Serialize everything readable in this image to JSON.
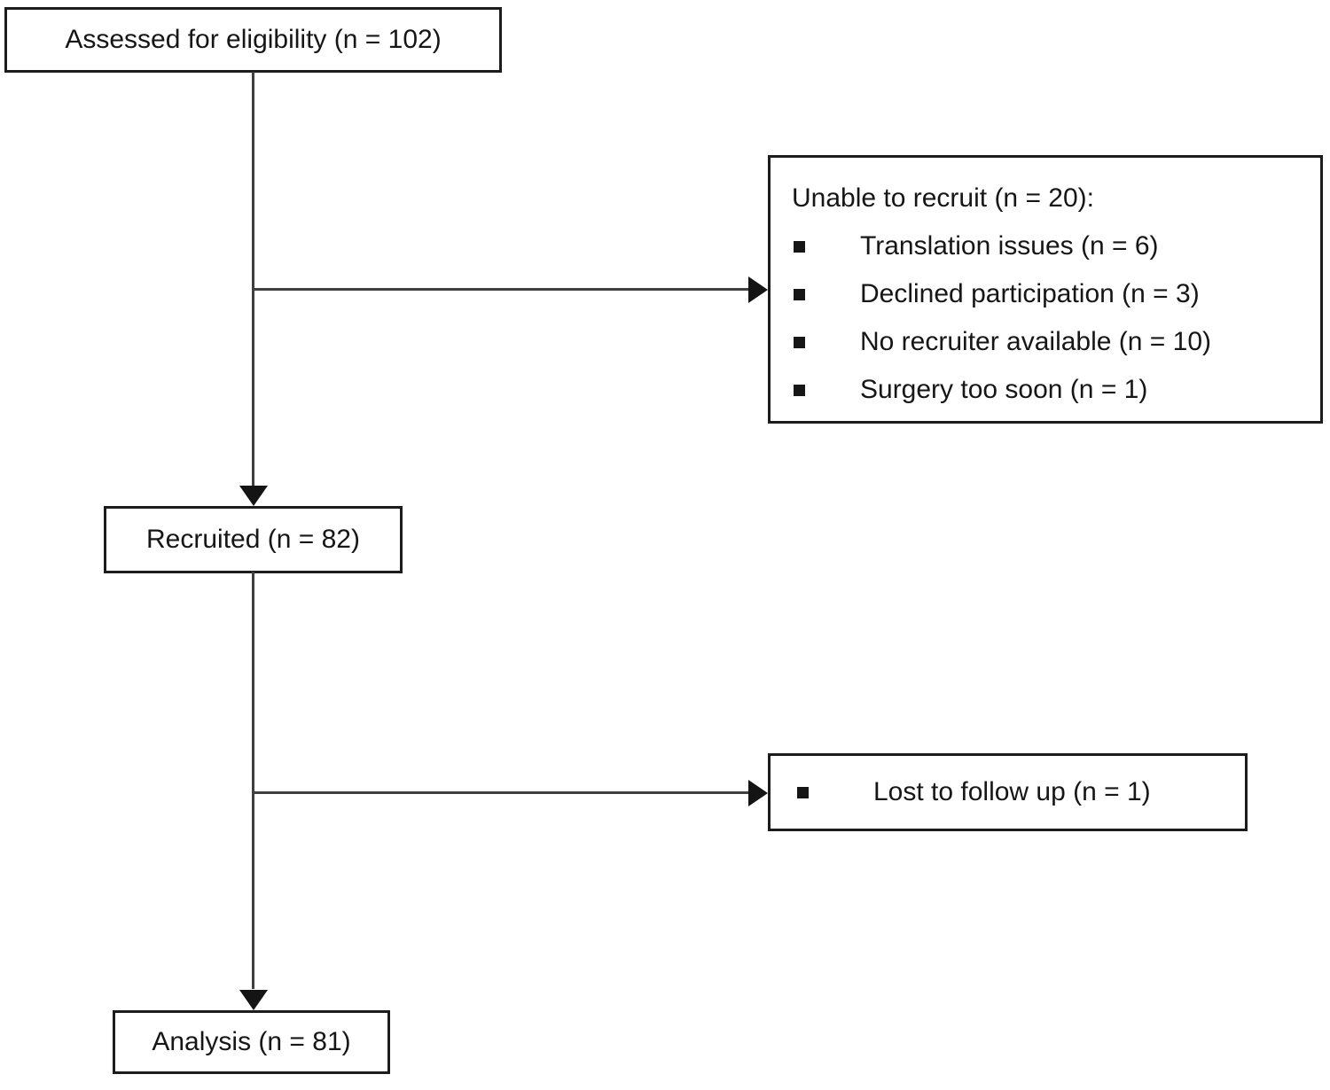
{
  "diagram": {
    "type": "participant-flow-chart",
    "nodes": {
      "assessed": {
        "label": "Assessed for eligibility (n = 102)"
      },
      "unable": {
        "title": "Unable to recruit (n = 20):",
        "items": [
          "Translation issues (n = 6)",
          "Declined participation (n = 3)",
          "No recruiter available (n = 10)",
          "Surgery too soon (n = 1)"
        ]
      },
      "recruited": {
        "label": "Recruited (n = 82)"
      },
      "lost": {
        "items": [
          "Lost to follow up (n = 1)"
        ]
      },
      "analysis": {
        "label": "Analysis (n = 81)"
      }
    },
    "edges": [
      {
        "from": "assessed",
        "to": "recruited",
        "style": "arrow"
      },
      {
        "from": "assessed",
        "to": "unable",
        "style": "arrow-branch"
      },
      {
        "from": "recruited",
        "to": "analysis",
        "style": "arrow"
      },
      {
        "from": "recruited",
        "to": "lost",
        "style": "arrow-branch"
      }
    ],
    "colors": {
      "background": "#ffffff",
      "box_border": "#1c1c1c",
      "connector": "#3f3f3f",
      "text": "#161616"
    }
  }
}
